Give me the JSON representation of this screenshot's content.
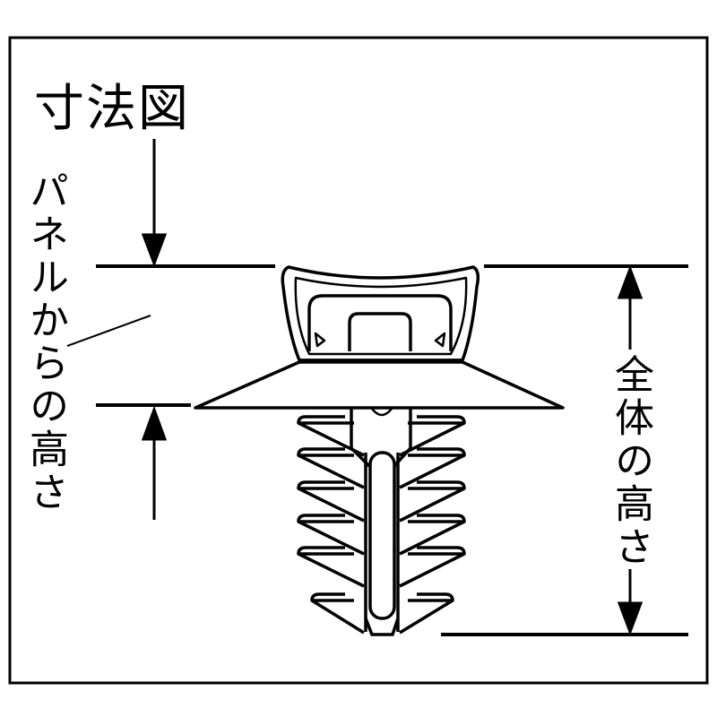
{
  "title": "寸法図",
  "labels": {
    "panel_height": "パネルからの高さ",
    "total_height": "全体の高さ"
  },
  "colors": {
    "line": "#000000",
    "background": "#ffffff"
  }
}
